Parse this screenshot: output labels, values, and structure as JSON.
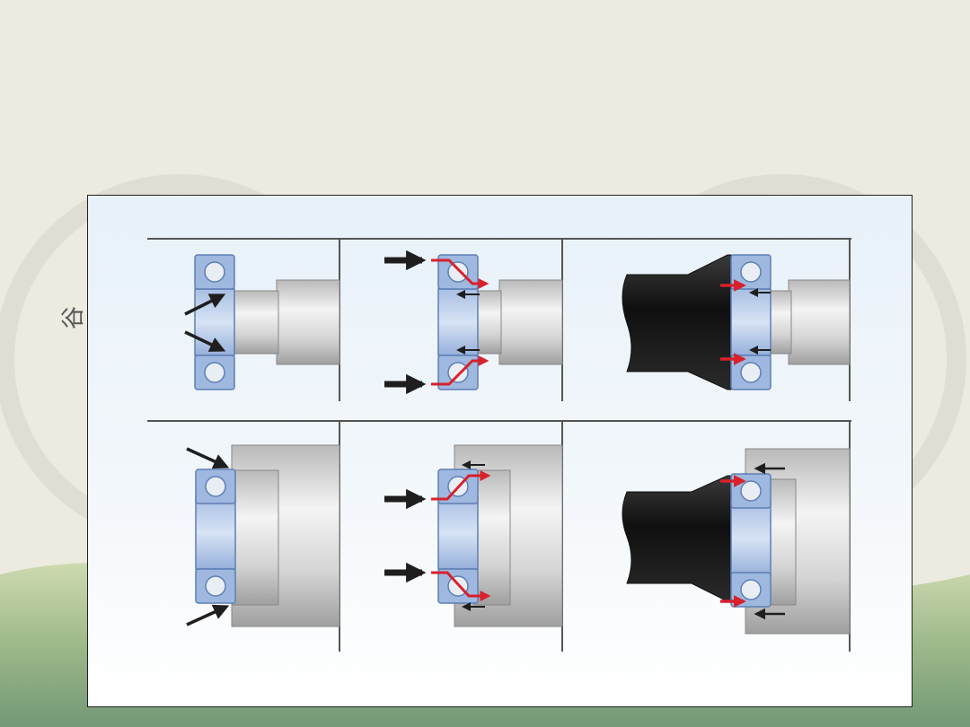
{
  "slide": {
    "side_glyph": "谷"
  },
  "colors": {
    "background": "#edebe0",
    "ring_decoration": "#e0ded2",
    "bearing_blue": "#9fb8df",
    "bearing_outline": "#5d7fb5",
    "force_arrow": "#1e1e1e",
    "load_path": "#d8212c",
    "sleeve_black": "#1c1c1c",
    "shaft_grey": "#cfcfcf"
  },
  "diagram": {
    "description_visible_text": "",
    "rows": [
      {
        "row": "top",
        "panels": [
          "direct-press-on-inner-ring",
          "press-through-both-rings",
          "press-with-mounting-sleeve"
        ]
      },
      {
        "row": "bottom",
        "panels": [
          "direct-press-on-outer-ring",
          "press-through-both-rings-housing",
          "press-with-sleeve-into-housing"
        ]
      }
    ]
  }
}
